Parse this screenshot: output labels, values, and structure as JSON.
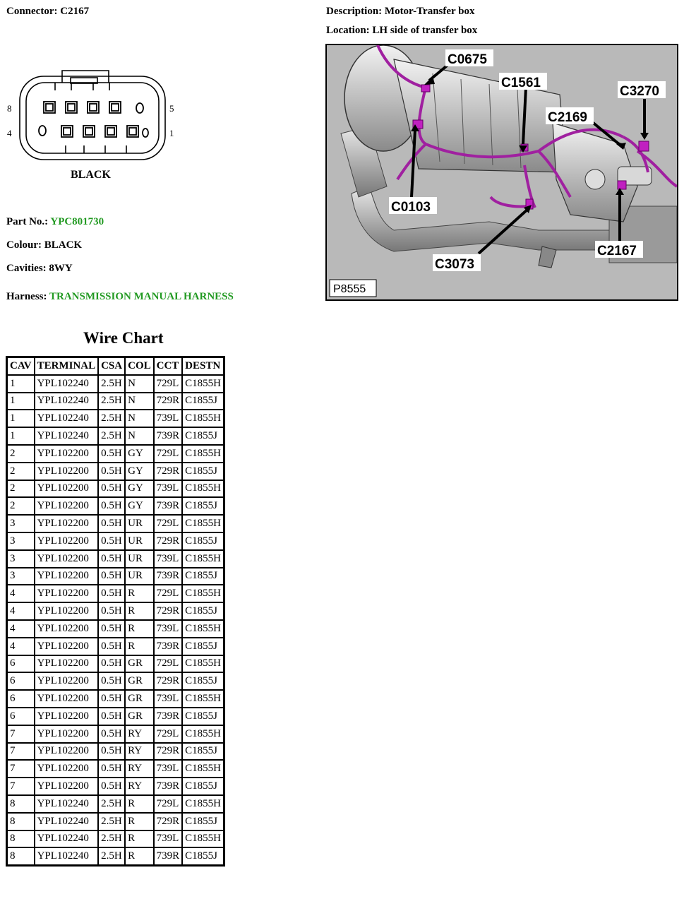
{
  "header": {
    "connector_label": "Connector:",
    "connector_value": "C2167",
    "description_label": "Description:",
    "description_value": "Motor-Transfer box",
    "location_label": "Location:",
    "location_value": "LH side of transfer box"
  },
  "connector": {
    "pin_left_top": "8",
    "pin_left_bottom": "4",
    "pin_right_top": "5",
    "pin_right_bottom": "1",
    "color_caption": "BLACK"
  },
  "info": {
    "part_label": "Part No.:",
    "part_value": "YPC801730",
    "colour_label": "Colour:",
    "colour_value": "BLACK",
    "cavities_label": "Cavities:",
    "cavities_value": "8WY",
    "harness_label": "Harness:",
    "harness_value": "TRANSMISSION MANUAL HARNESS",
    "link_color": "#229a22"
  },
  "photo": {
    "callouts": [
      "C0675",
      "C1561",
      "C3270",
      "C2169",
      "C0103",
      "C2167",
      "C3073"
    ],
    "figure_id": "P8555",
    "harness_color": "#a020a0"
  },
  "wire_chart": {
    "title": "Wire Chart",
    "headers": [
      "CAV",
      "TERMINAL",
      "CSA",
      "COL",
      "CCT",
      "DESTN"
    ],
    "rows": [
      [
        "1",
        "YPL102240",
        "2.5H",
        "N",
        "729L",
        "C1855H"
      ],
      [
        "1",
        "YPL102240",
        "2.5H",
        "N",
        "729R",
        "C1855J"
      ],
      [
        "1",
        "YPL102240",
        "2.5H",
        "N",
        "739L",
        "C1855H"
      ],
      [
        "1",
        "YPL102240",
        "2.5H",
        "N",
        "739R",
        "C1855J"
      ],
      [
        "2",
        "YPL102200",
        "0.5H",
        "GY",
        "729L",
        "C1855H"
      ],
      [
        "2",
        "YPL102200",
        "0.5H",
        "GY",
        "729R",
        "C1855J"
      ],
      [
        "2",
        "YPL102200",
        "0.5H",
        "GY",
        "739L",
        "C1855H"
      ],
      [
        "2",
        "YPL102200",
        "0.5H",
        "GY",
        "739R",
        "C1855J"
      ],
      [
        "3",
        "YPL102200",
        "0.5H",
        "UR",
        "729L",
        "C1855H"
      ],
      [
        "3",
        "YPL102200",
        "0.5H",
        "UR",
        "729R",
        "C1855J"
      ],
      [
        "3",
        "YPL102200",
        "0.5H",
        "UR",
        "739L",
        "C1855H"
      ],
      [
        "3",
        "YPL102200",
        "0.5H",
        "UR",
        "739R",
        "C1855J"
      ],
      [
        "4",
        "YPL102200",
        "0.5H",
        "R",
        "729L",
        "C1855H"
      ],
      [
        "4",
        "YPL102200",
        "0.5H",
        "R",
        "729R",
        "C1855J"
      ],
      [
        "4",
        "YPL102200",
        "0.5H",
        "R",
        "739L",
        "C1855H"
      ],
      [
        "4",
        "YPL102200",
        "0.5H",
        "R",
        "739R",
        "C1855J"
      ],
      [
        "6",
        "YPL102200",
        "0.5H",
        "GR",
        "729L",
        "C1855H"
      ],
      [
        "6",
        "YPL102200",
        "0.5H",
        "GR",
        "729R",
        "C1855J"
      ],
      [
        "6",
        "YPL102200",
        "0.5H",
        "GR",
        "739L",
        "C1855H"
      ],
      [
        "6",
        "YPL102200",
        "0.5H",
        "GR",
        "739R",
        "C1855J"
      ],
      [
        "7",
        "YPL102200",
        "0.5H",
        "RY",
        "729L",
        "C1855H"
      ],
      [
        "7",
        "YPL102200",
        "0.5H",
        "RY",
        "729R",
        "C1855J"
      ],
      [
        "7",
        "YPL102200",
        "0.5H",
        "RY",
        "739L",
        "C1855H"
      ],
      [
        "7",
        "YPL102200",
        "0.5H",
        "RY",
        "739R",
        "C1855J"
      ],
      [
        "8",
        "YPL102240",
        "2.5H",
        "R",
        "729L",
        "C1855H"
      ],
      [
        "8",
        "YPL102240",
        "2.5H",
        "R",
        "729R",
        "C1855J"
      ],
      [
        "8",
        "YPL102240",
        "2.5H",
        "R",
        "739L",
        "C1855H"
      ],
      [
        "8",
        "YPL102240",
        "2.5H",
        "R",
        "739R",
        "C1855J"
      ]
    ]
  }
}
